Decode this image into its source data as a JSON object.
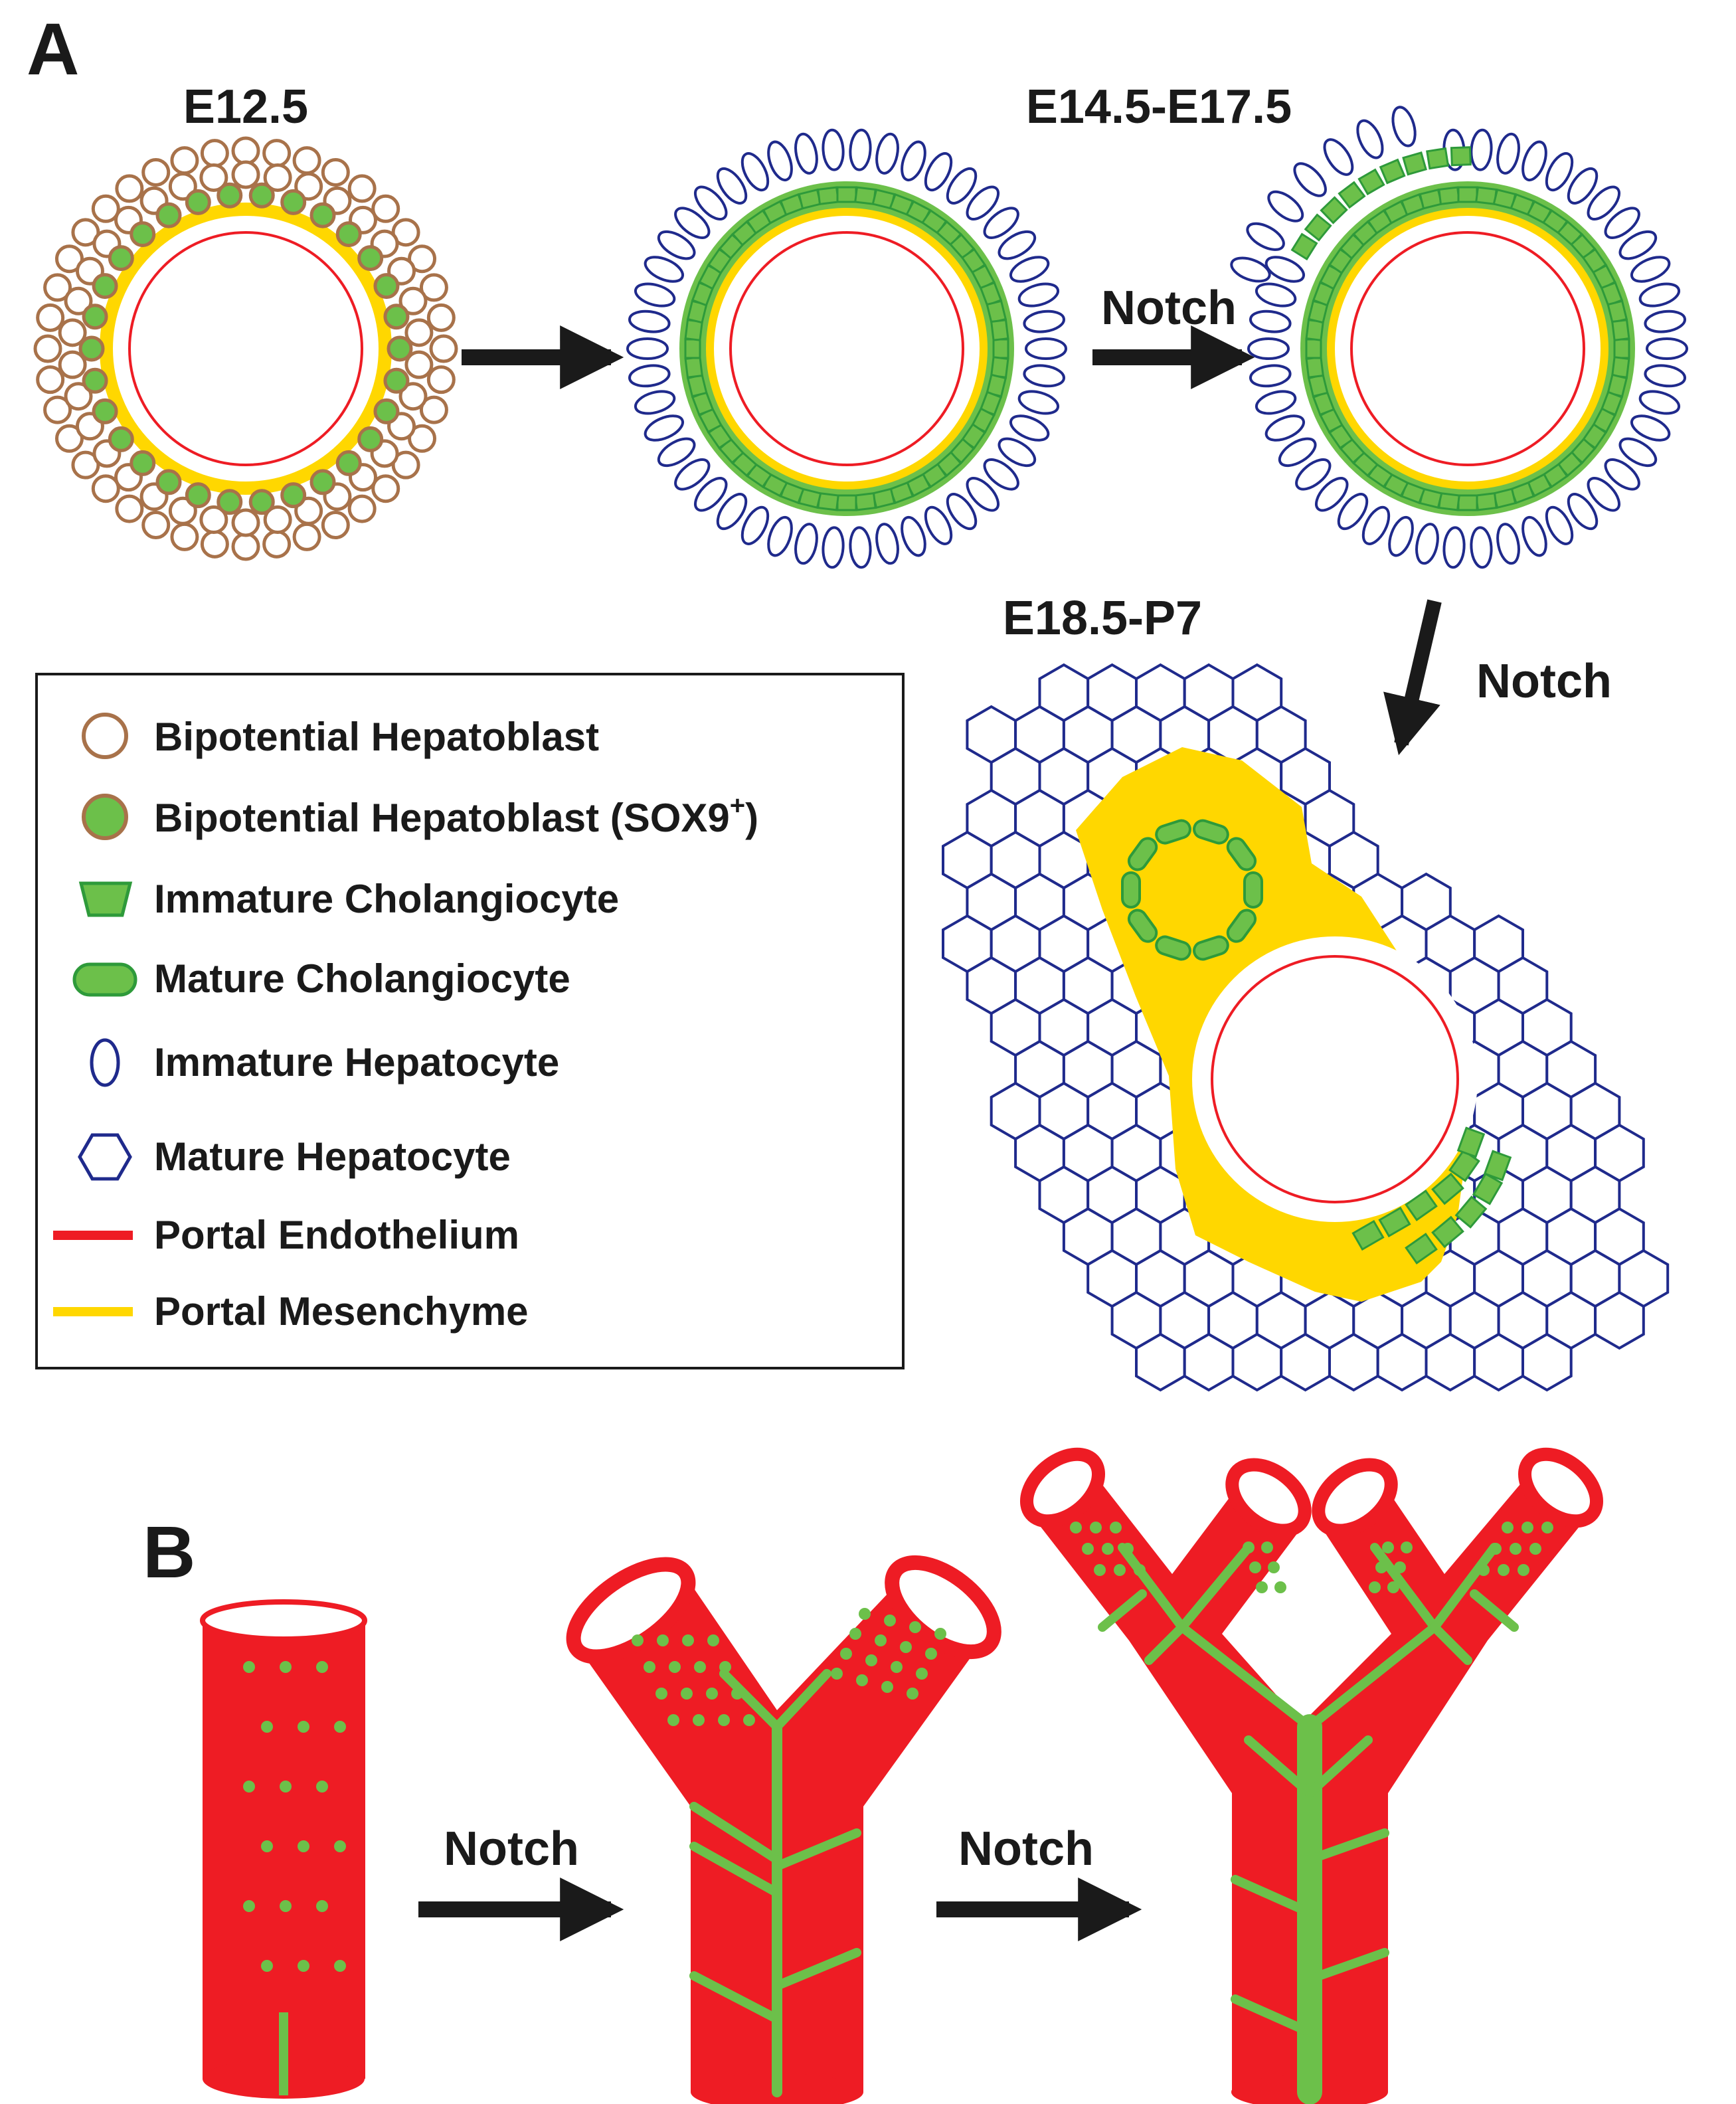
{
  "panel_a": {
    "letter": "A",
    "stages": {
      "e12_5": "E12.5",
      "e14_17": "E14.5-E17.5",
      "e18_p7": "E18.5-P7"
    },
    "notch_labels": [
      "Notch",
      "Notch"
    ]
  },
  "legend": {
    "items": [
      {
        "icon": "hepatoblast-open-circle-icon",
        "label": "Bipotential Hepatoblast"
      },
      {
        "icon": "hepatoblast-sox9-filled-circle-icon",
        "label": "Bipotential Hepatoblast (SOX9",
        "sup": "+",
        "tail": ")"
      },
      {
        "icon": "immature-cholangiocyte-trapezoid-icon",
        "label": "Immature Cholangiocyte"
      },
      {
        "icon": "mature-cholangiocyte-rounded-rect-icon",
        "label": "Mature Cholangiocyte"
      },
      {
        "icon": "immature-hepatocyte-ellipse-icon",
        "label": "Immature Hepatocyte"
      },
      {
        "icon": "mature-hepatocyte-hexagon-icon",
        "label": "Mature Hepatocyte"
      },
      {
        "icon": "red-line-icon",
        "label": "Portal Endothelium"
      },
      {
        "icon": "yellow-line-icon",
        "label": "Portal Mesenchyme"
      }
    ]
  },
  "panel_b": {
    "letter": "B",
    "notch_labels": [
      "Notch",
      "Notch"
    ]
  },
  "colors": {
    "brown": "#a8724a",
    "green": "#6cc04a",
    "green_dark": "#2e9a3a",
    "navy": "#1f2a8c",
    "red": "#ee1c24",
    "yellow": "#ffd700",
    "black": "#1a1a1a"
  }
}
